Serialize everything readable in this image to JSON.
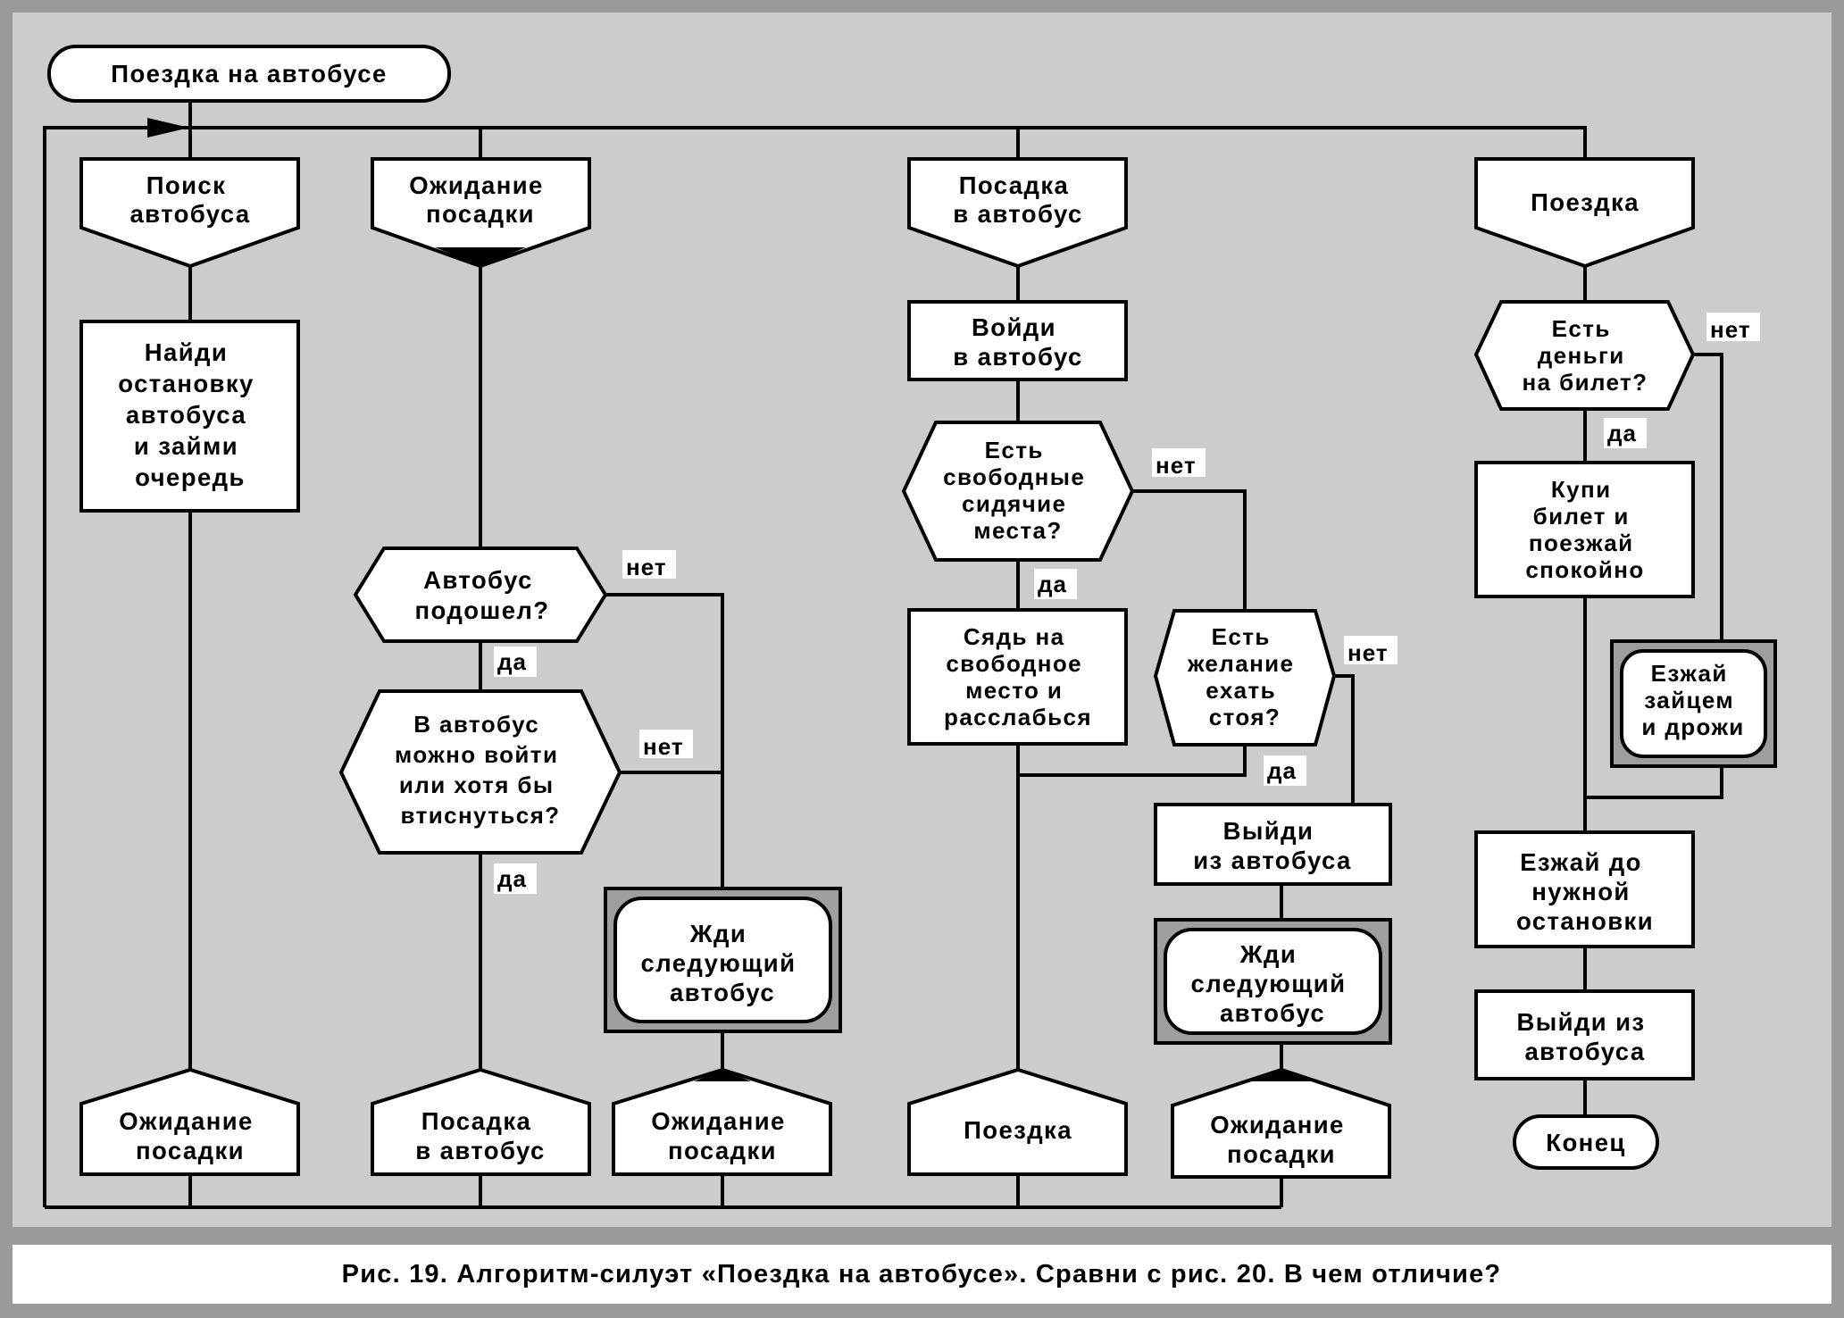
{
  "title": "Поездка на автобусе",
  "columns": {
    "search": {
      "header": [
        "Поиск",
        "автобуса"
      ],
      "action": [
        "Найди",
        "остановку",
        "автобуса",
        "и займи",
        "очередь"
      ],
      "footer": [
        "Ожидание",
        "посадки"
      ]
    },
    "waiting": {
      "header": [
        "Ожидание",
        "посадки"
      ],
      "q_bus_arrived": [
        "Автобус",
        "подошел?"
      ],
      "q_can_enter": [
        "В автобус",
        "можно войти",
        "или хотя бы",
        "втиснуться?"
      ],
      "wait_next": [
        "Жди",
        "следующий",
        "автобус"
      ],
      "footer_yes": [
        "Посадка",
        "в автобус"
      ],
      "footer_no": [
        "Ожидание",
        "посадки"
      ]
    },
    "boarding": {
      "header": [
        "Посадка",
        "в автобус"
      ],
      "enter": [
        "Войди",
        "в автобус"
      ],
      "q_free_seats": [
        "Есть",
        "свободные",
        "сидячие",
        "места?"
      ],
      "sit_down": [
        "Сядь на",
        "свободное",
        "место и",
        "расслабься"
      ],
      "q_stand": [
        "Есть",
        "желание",
        "ехать",
        "стоя?"
      ],
      "exit_bus": [
        "Выйди",
        "из автобуса"
      ],
      "wait_next": [
        "Жди",
        "следующий",
        "автобус"
      ],
      "footer_yes": [
        "Поездка"
      ],
      "footer_no": [
        "Ожидание",
        "посадки"
      ]
    },
    "trip": {
      "header": [
        "Поездка"
      ],
      "q_money": [
        "Есть",
        "деньги",
        "на билет?"
      ],
      "buy_ticket": [
        "Купи",
        "билет и",
        "поезжай",
        "спокойно"
      ],
      "ride_free": [
        "Езжай",
        "зайцем",
        "и дрожи"
      ],
      "ride_to_stop": [
        "Езжай до",
        "нужной",
        "остановки"
      ],
      "exit_bus": [
        "Выйди из",
        "автобуса"
      ],
      "end": [
        "Конец"
      ]
    }
  },
  "labels": {
    "yes": "да",
    "no": "нет"
  },
  "caption": "Рис. 19. Алгоритм-силуэт «Поездка на автобусе». Сравни с рис. 20. В чем отличие?",
  "colors": {
    "frame": "#9a9a9a",
    "panel": "#cccccc",
    "shape_fill": "#ffffff",
    "line": "#000000",
    "wait_frame": "#9e9e9e"
  }
}
